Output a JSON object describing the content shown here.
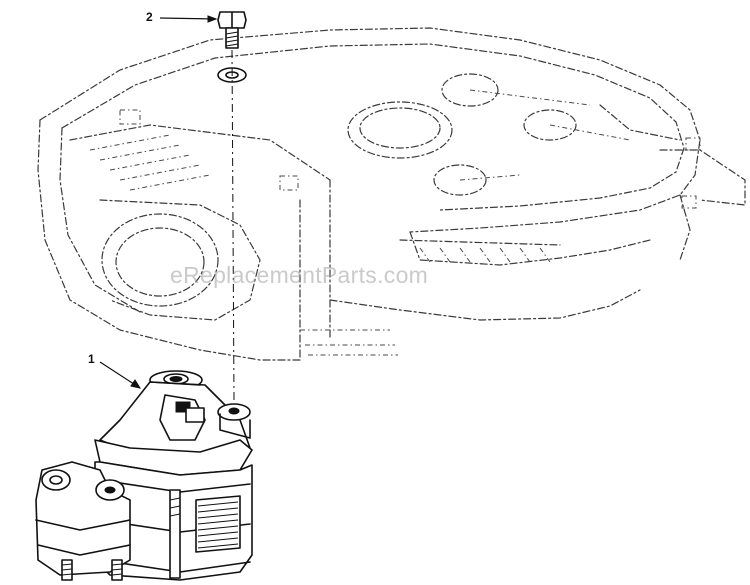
{
  "callouts": {
    "part_1": "1",
    "part_2": "2"
  },
  "watermark": "eReplacementParts.com",
  "colors": {
    "line": "#111111",
    "phantom": "#3a3a3a",
    "watermark": "#969696"
  }
}
